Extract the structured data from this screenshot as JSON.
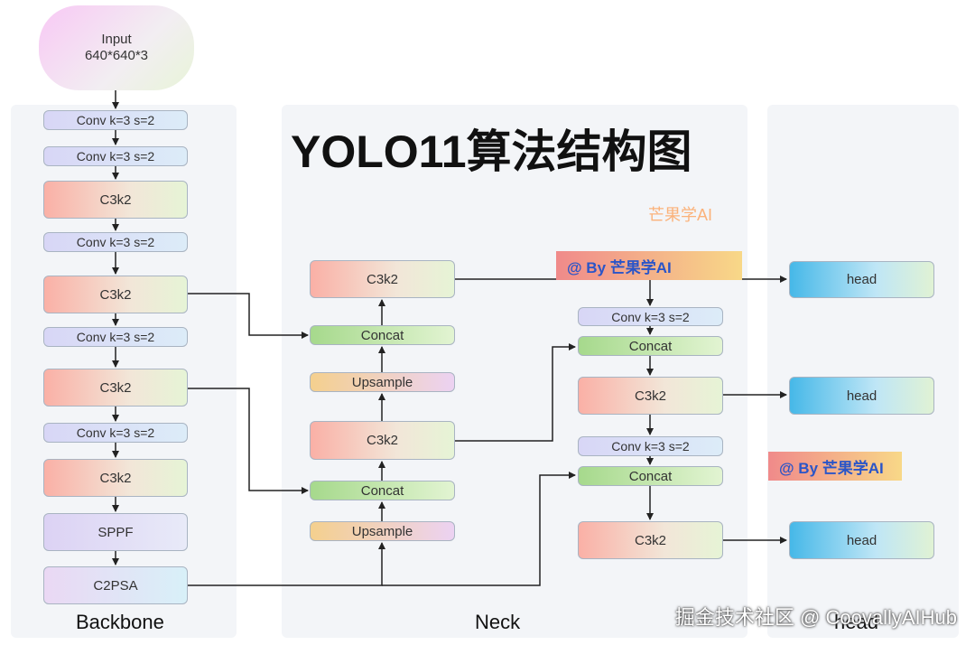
{
  "title": "YOLO11算法结构图",
  "brand": "芒果学AI",
  "badge_text": "@ By 芒果学AI",
  "watermark": "掘金技术社区 @ CoovallyAIHub",
  "sections": {
    "backbone": "Backbone",
    "neck": "Neck",
    "head": "head"
  },
  "input": {
    "line1": "Input",
    "line2": "640*640*3"
  },
  "backbone": {
    "conv1": "Conv k=3 s=2",
    "conv2": "Conv k=3 s=2",
    "c3k2_1": "C3k2",
    "conv3": "Conv k=3 s=2",
    "c3k2_2": "C3k2",
    "conv4": "Conv k=3 s=2",
    "c3k2_3": "C3k2",
    "conv5": "Conv k=3 s=2",
    "c3k2_4": "C3k2",
    "sppf": "SPPF",
    "c2psa": "C2PSA"
  },
  "neck": {
    "c3k2_top": "C3k2",
    "concat_top": "Concat",
    "upsample_top": "Upsample",
    "c3k2_mid": "C3k2",
    "concat_bottom": "Concat",
    "upsample_bottom": "Upsample"
  },
  "head_branch": {
    "conv1": "Conv k=3 s=2",
    "concat1": "Concat",
    "c3k2_1": "C3k2",
    "conv2": "Conv k=3 s=2",
    "concat2": "Concat",
    "c3k2_2": "C3k2"
  },
  "heads": [
    "head",
    "head",
    "head"
  ]
}
